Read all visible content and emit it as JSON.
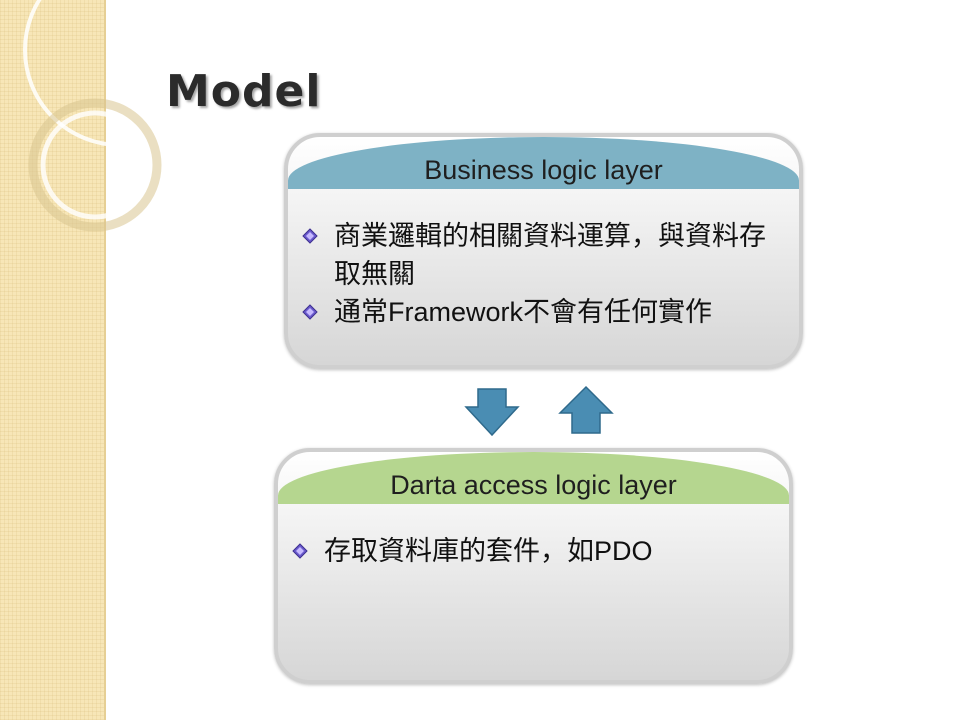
{
  "slide": {
    "title": "Model",
    "colors": {
      "side_panel": "#f7e6b7",
      "business_header": "#7eb2c5",
      "data_header": "#b5d68f",
      "arrow_fill": "#4a8db3",
      "bullet_diamond": "#6a5acd"
    }
  },
  "business_layer": {
    "header": "Business logic layer",
    "bullets": [
      "商業邏輯的相關資料運算，與資料存取無關",
      "通常Framework不會有任何實作"
    ]
  },
  "arrows": {
    "down_icon": "down-arrow-icon",
    "up_icon": "up-arrow-icon"
  },
  "data_layer": {
    "header": "Darta access logic layer",
    "bullets": [
      "存取資料庫的套件，如PDO"
    ]
  }
}
